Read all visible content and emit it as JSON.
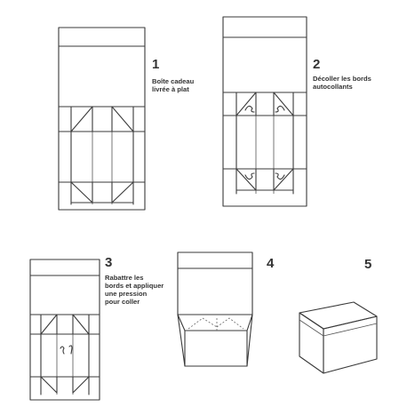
{
  "steps": [
    {
      "number": "1",
      "caption": [
        "Boîte cadeau",
        "livrée à plat"
      ]
    },
    {
      "number": "2",
      "caption": [
        "Décoller les bords",
        "autocollants"
      ]
    },
    {
      "number": "3",
      "caption": [
        "Rabattre les",
        "bords et appliquer",
        "une pression",
        "pour coller"
      ]
    },
    {
      "number": "4",
      "caption": []
    },
    {
      "number": "5",
      "caption": []
    }
  ]
}
